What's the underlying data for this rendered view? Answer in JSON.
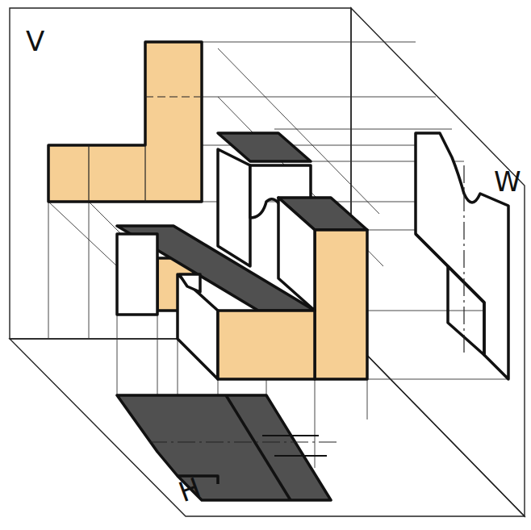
{
  "diagram": {
    "labels": [
      "V",
      "W",
      "H"
    ]
  }
}
